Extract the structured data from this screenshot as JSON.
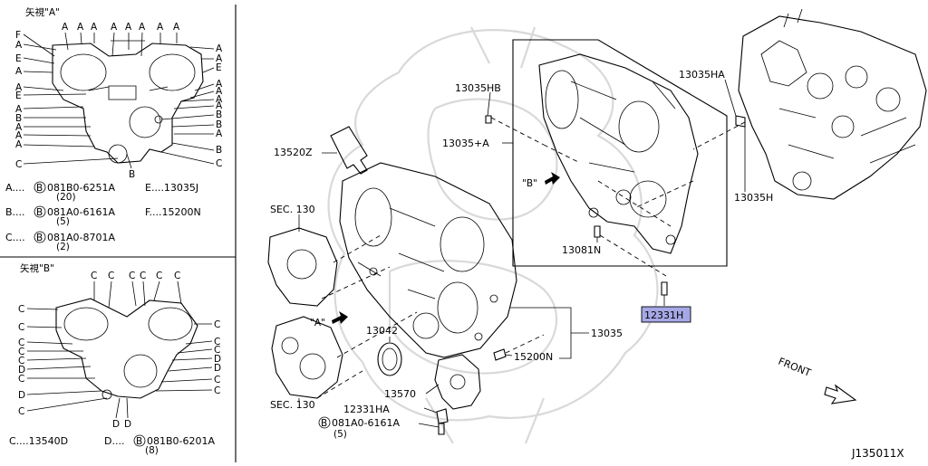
{
  "view_a": {
    "title": "矢視\"A\"",
    "top_labels": [
      "A",
      "A",
      "A",
      "A",
      "A",
      "A",
      "A",
      "A"
    ],
    "left_labels": [
      "F",
      "A",
      "E",
      "A",
      "A",
      "E",
      "A",
      "B",
      "A",
      "A",
      "A",
      "C"
    ],
    "right_labels": [
      "A",
      "A",
      "E",
      "A",
      "A",
      "A",
      "A",
      "B",
      "B",
      "A",
      "B",
      "C"
    ],
    "bottom_label": "B",
    "legend": [
      {
        "key": "A....",
        "circled": "B",
        "text": "081B0-6251A",
        "qty": "(20)"
      },
      {
        "key": "B....",
        "circled": "B",
        "text": "081A0-6161A",
        "qty": "(5)"
      },
      {
        "key": "C....",
        "circled": "B",
        "text": "081A0-8701A",
        "qty": "(2)"
      }
    ],
    "legend_right": [
      {
        "text": "E....13035J"
      },
      {
        "text": "F....15200N"
      }
    ]
  },
  "view_b": {
    "title": "矢視\"B\"",
    "top_labels": [
      "C",
      "C",
      "C",
      "C",
      "C",
      "C"
    ],
    "left_labels": [
      "C",
      "C",
      "C",
      "C",
      "C",
      "D",
      "C",
      "D",
      "C"
    ],
    "right_labels": [
      "C",
      "C",
      "C",
      "D",
      "D",
      "C",
      "C"
    ],
    "bottom_labels": [
      "D",
      "D"
    ],
    "legend_c": "C....13540D",
    "legend_d_key": "D....",
    "legend_d_circled": "B",
    "legend_d_text": "081B0-6201A",
    "legend_d_qty": "(8)"
  },
  "main": {
    "labels": {
      "p13035HB": "13035HB",
      "p13035A": "13035+A",
      "p13035HA": "13035HA",
      "p13035H": "13035H",
      "p13520Z": "13520Z",
      "sec130_top": "SEC. 130",
      "sec130_bottom": "SEC. 130",
      "p13081N": "13081N",
      "p12331H": "12331H",
      "p13042": "13042",
      "p13035": "13035",
      "p15200N": "15200N",
      "p13570": "13570",
      "p12331HA": "12331HA",
      "bolt_circled": "B",
      "bolt_text": "081A0-6161A",
      "bolt_qty": "(5)",
      "view_a_arrow": "\"A\"",
      "view_b_arrow": "\"B\"",
      "front": "FRONT"
    },
    "highlight_color": "#a6a8e6"
  },
  "footer": {
    "diagram_code": "J135011X"
  }
}
